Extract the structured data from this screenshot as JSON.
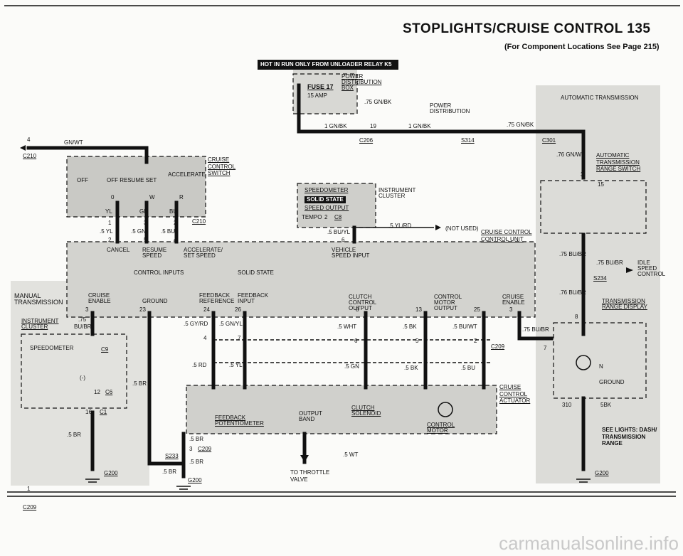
{
  "header": {
    "title": "STOPLIGHTS/CRUISE CONTROL  135",
    "subtitle": "(For Component Locations See Page 215)"
  },
  "banner": "HOT IN RUN ONLY FROM UNLOADER RELAY K5",
  "labels": {
    "power_dist_box": "POWER DISTRIBUTION BOX",
    "fuse": "FUSE 17",
    "fuse_amp": "15 AMP",
    "wire_75gnbk": ".75 GN/BK",
    "power_dist": "POWER DISTRIBUTION",
    "wire_1gnbk_a": "1 GN/BK",
    "pin19": "19",
    "wire_1gnbk_b": "1 GN/BK",
    "wire_75gnbk_b": ".75 GN/BK",
    "c206": "C206",
    "s314": "S314",
    "c301": "C301",
    "auto_trans": "AUTOMATIC TRANSMISSION",
    "c210_left": "C210",
    "pin4": "4",
    "gnwt": "GN/WT",
    "cruise_switch": "CRUISE CONTROL SWITCH",
    "sw_off": "OFF",
    "sw_off_resume_set": "OFF  RESUME  SET",
    "sw_accel": "ACCELERATE",
    "sw_o1": "0",
    "sw_w": "W",
    "sw_r": "R",
    "yl": "YL",
    "gn": "GN",
    "bu": "BU",
    "c210_mid": "C210",
    "p1": "1",
    "p3": "3",
    "p2": "2",
    "w5yl": ".5 YL",
    "w5gn": ".5 GN",
    "w5bu": ".5 BU",
    "p2b": "2",
    "p5": "5",
    "p4": "4",
    "speedo": "SPEEDOMETER",
    "solid_state": "SOLID STATE",
    "speed_output": "SPEED OUTPUT",
    "tempo": "TEMPO",
    "pin2": "2",
    "c8": "C8",
    "instr_cluster": "INSTRUMENT CLUSTER",
    "w75ylrd": ".5 YL/RD",
    "not_used": "(NOT USED)",
    "w5buyl": ".5 BU/YL",
    "p6": "6",
    "cruise_unit": "CRUISE CONTROL CONTROL UNIT",
    "atrs": "AUTOMATIC TRANSMISSION RANGE SWITCH",
    "w76gnwt": ".76 GN/WT",
    "p3r": "3",
    "p15": "15",
    "cancel": "CANCEL",
    "resume_speed": "RESUME SPEED",
    "accel_set": "ACCELERATE/ SET SPEED",
    "vehicle_speed": "VEHICLE SPEED INPUT",
    "control_inputs": "CONTROL INPUTS",
    "solid_state_mid": "SOLID STATE",
    "manual_trans": "MANUAL TRANSMISSION",
    "cruise_enable": "CRUISE ENABLE",
    "ground": "GROUND",
    "fb_ref": "FEEDBACK REFERENCE",
    "fb_input": "FEEDBACK INPUT",
    "clutch_out": "CLUTCH CONTROL OUTPUT",
    "motor_out": "CONTROL MOTOR OUTPUT",
    "cruise_enable2": "CRUISE ENABLE",
    "w75bubr": ".75 BU/BR",
    "w75bubr2": ".75 BU/BR",
    "s234": "S234",
    "idle_speed": "IDLE SPEED CONTROL",
    "w76bubr": ".76 BU/BR",
    "trd": "TRANSMISSION RANGE DISPLAY",
    "p3a": "3",
    "p75": ".75",
    "bubr": "BU/BR",
    "instr2": "INSTRUMENT CLUSTER",
    "p23": "23",
    "p24": "24",
    "p26": "26",
    "p8": "8",
    "p13": "13",
    "p25": "25",
    "p3c": "3",
    "p8b": "8",
    "w5gyrd": ".5 GY/RD",
    "w5gnyl": ".5 GN/YL",
    "w5wht": ".5 WHT",
    "w5bk": ".5 BK",
    "w5buwt": ".5 BU/WT",
    "w75bubr3": ".75 BU/BR",
    "p7": "7",
    "p4b": "4",
    "p7b": "7",
    "p6b": "6",
    "p5b": "5",
    "p2c": "2",
    "c209": "C209",
    "speedo2": "SPEEDOMETER",
    "c9": "C9",
    "minus": "(-)",
    "w5rd": ".5 RD",
    "w5yl2": ".5 YL",
    "w5gn2": ".5 GN",
    "w5bk2": ".5 BK",
    "w5bu2": ".5 BU",
    "w5br": ".5 BR",
    "p12": "12",
    "c6": "C6",
    "p16": "16",
    "c1": "C1",
    "actuator": "CRUISE CONTROL ACTUATOR",
    "output_band": "OUTPUT BAND",
    "clutch_solenoid": "CLUTCH SOLENOID",
    "control_motor": "CONTROL MOTOR",
    "n_label": "N",
    "ground2": "GROUND",
    "p310": "310",
    "w5bk3": "5BK",
    "fb_pot": "FEEDBACK POTENTIOMETER",
    "w5br2": ".5 BR",
    "w5br3": ".5 BR",
    "p3d": "3",
    "c209b": "C209",
    "s233": "S233",
    "w5br4": ".5 BR",
    "w5wt": ".5 WT",
    "see_lights": "SEE LIGHTS: DASH/ TRANSMISSION RANGE",
    "g200a": "G200",
    "g200b": "G200",
    "g200c": "G200",
    "w5br5": ".5 BR",
    "throttle": "TO THROTTLE VALVE",
    "p1b": "1",
    "c209c": "C209",
    "w5br6": ".5 BR"
  },
  "watermark": "carmanualsonline.info"
}
